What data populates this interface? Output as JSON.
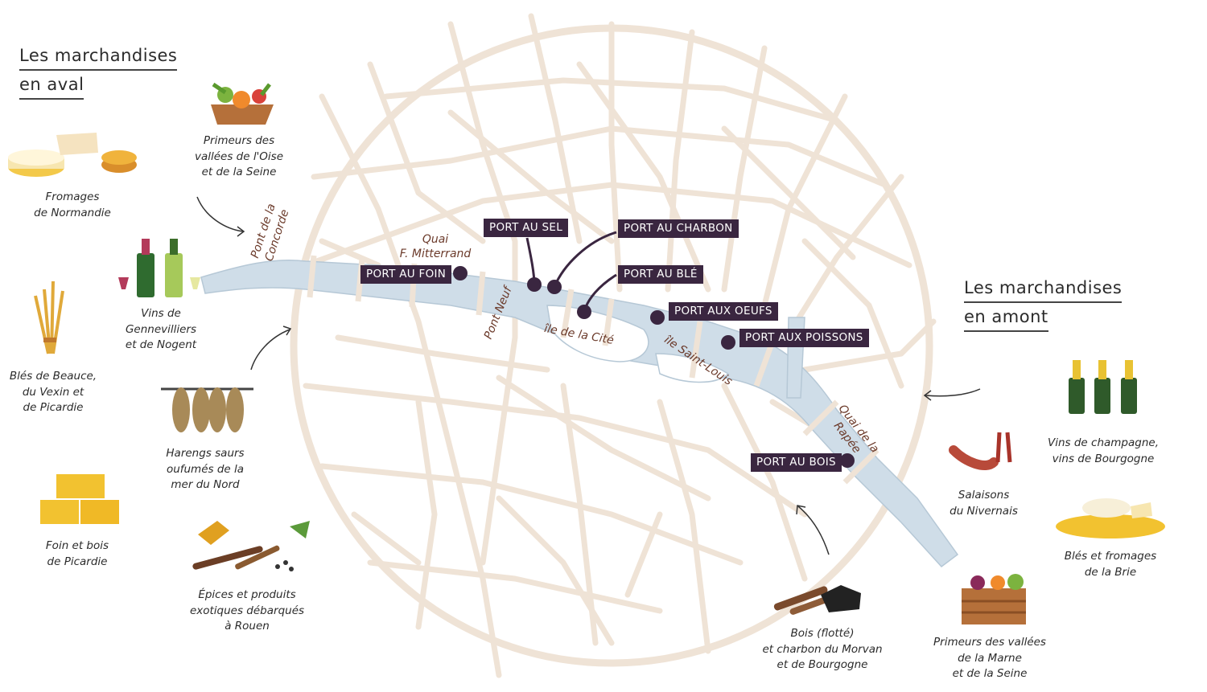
{
  "headings": {
    "aval_line1": "Les marchandises",
    "aval_line2": "en aval",
    "amont_line1": "Les marchandises",
    "amont_line2": "en amont"
  },
  "ports": {
    "foin": "PORT AU FOIN",
    "sel": "PORT AU SEL",
    "charbon": "PORT AU CHARBON",
    "ble": "PORT AU BLÉ",
    "oeufs": "PORT AUX OEUFS",
    "poissons": "PORT AUX POISSONS",
    "bois": "PORT AU BOIS"
  },
  "places": {
    "concorde_1": "Pont de la",
    "concorde_2": "Concorde",
    "mitterrand_1": "Quai",
    "mitterrand_2": "F. Mitterrand",
    "pont_neuf": "Pont Neuf",
    "ile_cite": "île de la Cité",
    "ile_saint_louis": "île Saint-Louis",
    "rapee_1": "Quai de la",
    "rapee_2": "Rapée"
  },
  "goods": {
    "fromages_1": "Fromages",
    "fromages_2": "de Normandie",
    "primeurs_oise_1": "Primeurs des",
    "primeurs_oise_2": "vallées de l'Oise",
    "primeurs_oise_3": "et de la Seine",
    "vins_1": "Vins de",
    "vins_2": "Gennevilliers",
    "vins_3": "et de Nogent",
    "bles_1": "Blés de Beauce,",
    "bles_2": "du Vexin et",
    "bles_3": "de Picardie",
    "harengs_1": "Harengs saurs",
    "harengs_2": "oufumés de la",
    "harengs_3": "mer du Nord",
    "foin_1": "Foin et bois",
    "foin_2": "de Picardie",
    "epices_1": "Épices et produits",
    "epices_2": "exotiques débarqués",
    "epices_3": "à Rouen",
    "champagne_1": "Vins de champagne,",
    "champagne_2": "vins de Bourgogne",
    "salaisons_1": "Salaisons",
    "salaisons_2": "du Nivernais",
    "brie_1": "Blés et fromages",
    "brie_2": "de la Brie",
    "bois_1": "Bois (flotté)",
    "bois_2": "et charbon du Morvan",
    "bois_3": "et de Bourgogne",
    "primeurs_marne_1": "Primeurs des vallées",
    "primeurs_marne_2": "de la Marne",
    "primeurs_marne_3": "et de la Seine"
  },
  "colors": {
    "streets": "#efe3d6",
    "river": "#cfdde8",
    "port_label": "#3a2640",
    "place_label": "#6b3a2a"
  },
  "icons": [
    "cheese-icon",
    "vegetable-basket-icon",
    "wine-bottles-icon",
    "wheat-sheaf-icon",
    "herrings-icon",
    "hay-bales-icon",
    "spices-icon",
    "champagne-bottles-icon",
    "sausages-icon",
    "brie-cheese-icon",
    "wood-coal-icon",
    "vegetable-crate-icon"
  ]
}
